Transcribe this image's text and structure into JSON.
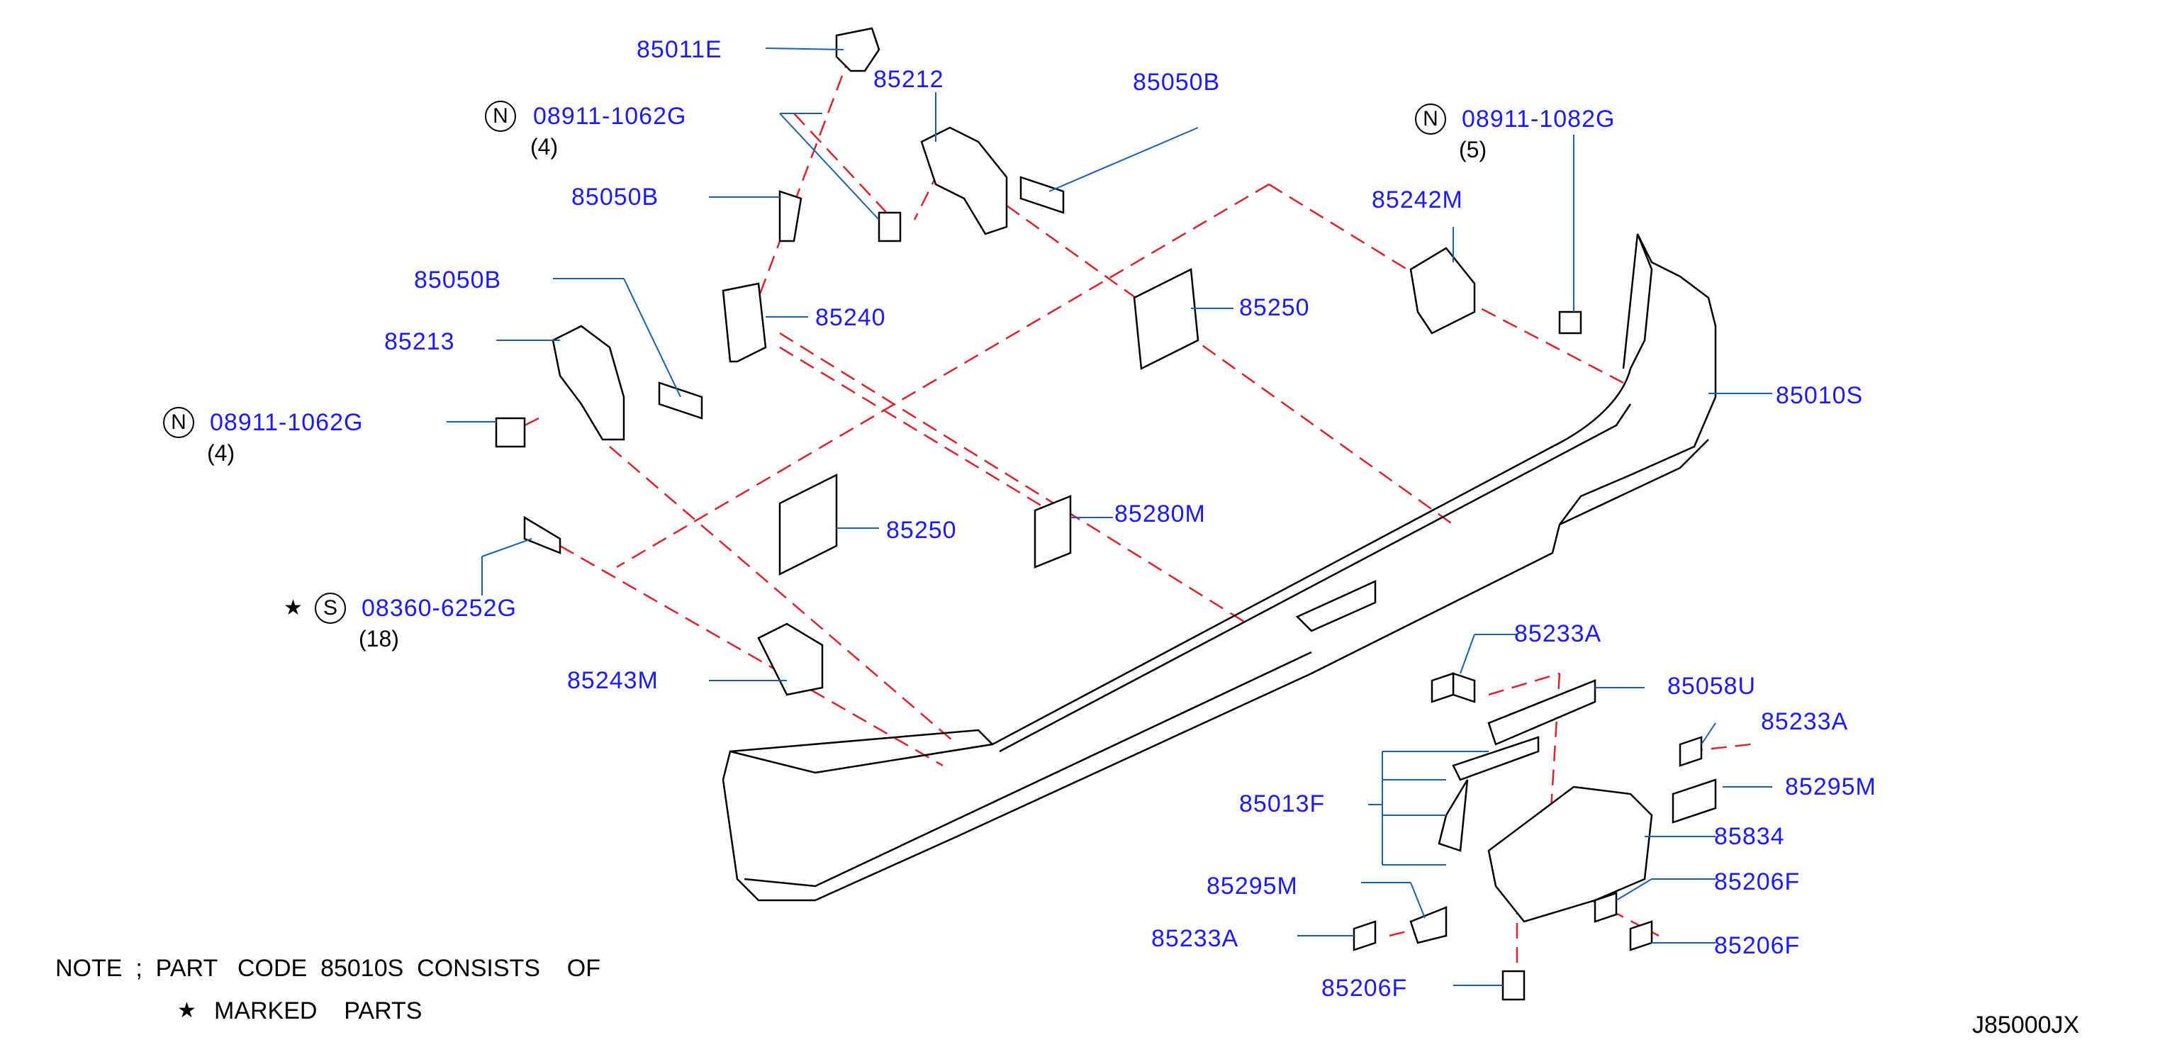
{
  "labels": {
    "p85011E": "85011E",
    "p85212": "85212",
    "p85050B_top": "85050B",
    "p85050B_mid": "85050B",
    "p85050B_left": "85050B",
    "p85213": "85213",
    "p85240": "85240",
    "p85250_upper": "85250",
    "p85250_lower": "85250",
    "p85280M": "85280M",
    "p85242M": "85242M",
    "p85010S": "85010S",
    "p85243M": "85243M",
    "p85233A_top": "85233A",
    "p85058U": "85058U",
    "p85233A_right": "85233A",
    "p85295M_right": "85295M",
    "p85013F": "85013F",
    "p85834": "85834",
    "p85295M_left": "85295M",
    "p85206F_right1": "85206F",
    "p85233A_left": "85233A",
    "p85206F_right2": "85206F",
    "p85206F_bottom": "85206F"
  },
  "standard_parts": {
    "n1": {
      "badge": "N",
      "part": "08911-1062G",
      "qty": "(4)"
    },
    "n2": {
      "badge": "N",
      "part": "08911-1082G",
      "qty": "(5)"
    },
    "n3": {
      "badge": "N",
      "part": "08911-1062G",
      "qty": "(4)"
    },
    "s1": {
      "star": "★",
      "badge": "S",
      "part": "08360-6252G",
      "qty": "(18)"
    }
  },
  "note": {
    "line1": "NOTE  ;  PART   CODE  85010S  CONSISTS    OF",
    "line2_star": "★",
    "line2": "MARKED    PARTS"
  },
  "diagram_code": "J85000JX",
  "colors": {
    "label": "#1a1aff",
    "leader": "#1a5fb4",
    "dash": "#e0202a",
    "line": "#000000"
  }
}
